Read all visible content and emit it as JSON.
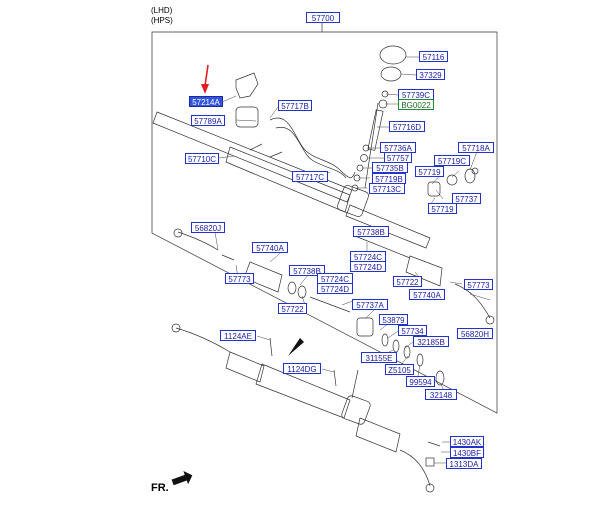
{
  "header": {
    "line1": "(LHD)",
    "line2": "(HPS)"
  },
  "labels": {
    "l57700": "57700",
    "l57116": "57116",
    "l37329": "37329",
    "l57214A": "57214A",
    "l57717B": "57717B",
    "l57739C": "57739C",
    "lBG0022": "BG0022",
    "l57789A": "57789A",
    "l57716D": "57716D",
    "l57736A": "57736A",
    "l57718A": "57718A",
    "l57757": "57757",
    "l57719C": "57719C",
    "l57710C": "57710C",
    "l57735B": "57735B",
    "l57719a": "57719",
    "l57717C": "57717C",
    "l57719B": "57719B",
    "l57713C": "57713C",
    "l57737": "57737",
    "l57719b": "57719",
    "l56820J": "56820J",
    "l57738B": "57738B",
    "l57740A_l": "57740A",
    "l57724C_r": "57724C",
    "l57724D_r": "57724D",
    "l57773_l": "57773",
    "l57738B2": "57738B",
    "l57724C_m": "57724C",
    "l57722_r": "57722",
    "l57724D_m": "57724D",
    "l57773_r": "57773",
    "l57740A_r": "57740A",
    "l57722_l": "57722",
    "l57737A": "57737A",
    "l53879": "53879",
    "l57734": "57734",
    "l56820H": "56820H",
    "l1124AE": "1124AE",
    "l32185B": "32185B",
    "l31155E": "31155E",
    "l1124DG": "1124DG",
    "lZ5105": "Z5105",
    "l99594": "99594",
    "l32148": "32148",
    "l1430AK": "1430AK",
    "l1430BF": "1430BF",
    "l1313DA": "1313DA"
  },
  "footer": {
    "direction": "FR."
  },
  "colors": {
    "label_border": "#2233cc",
    "selected_fill": "#3355dd",
    "pointer_arrow": "#e02020",
    "highlight_border": "#1f8a3a"
  }
}
